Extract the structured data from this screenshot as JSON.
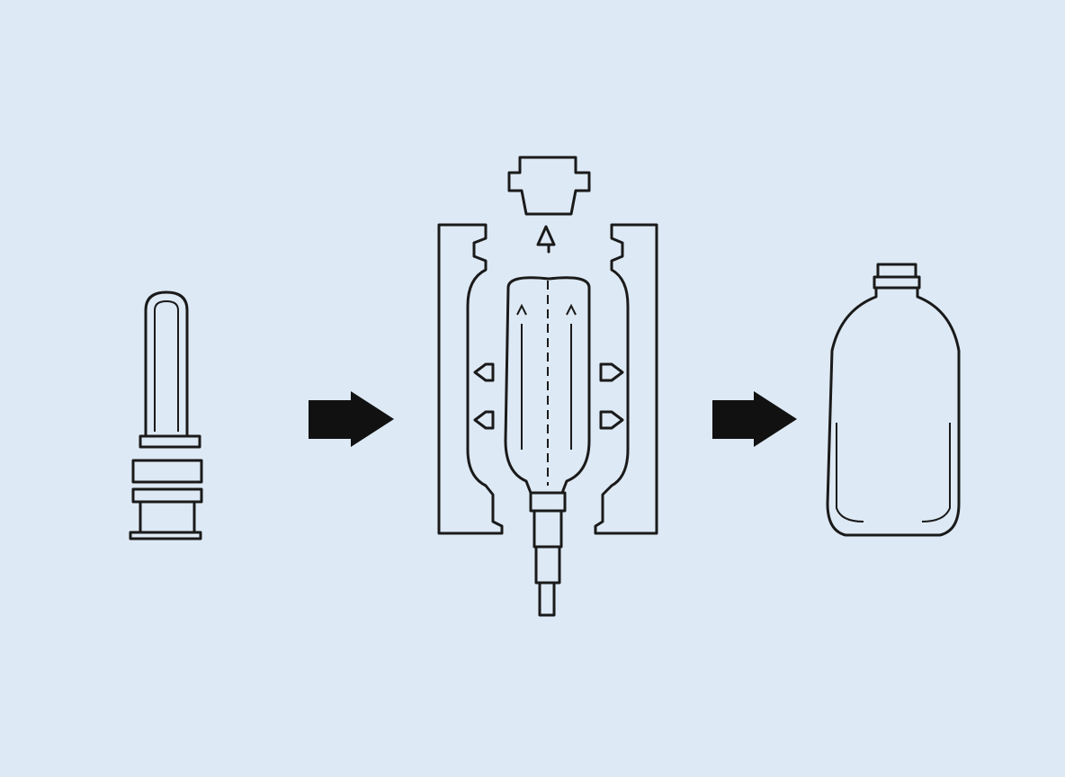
{
  "colors": {
    "background": "#dde9f4",
    "line": "#1a1a1a",
    "arrow_fill": "#111111"
  },
  "stages": [
    {
      "name": "preform",
      "icon": "preform-icon"
    },
    {
      "name": "stretch-blow-mold",
      "icon": "blow-mold-icon"
    },
    {
      "name": "finished-bottle",
      "icon": "bottle-icon"
    }
  ]
}
